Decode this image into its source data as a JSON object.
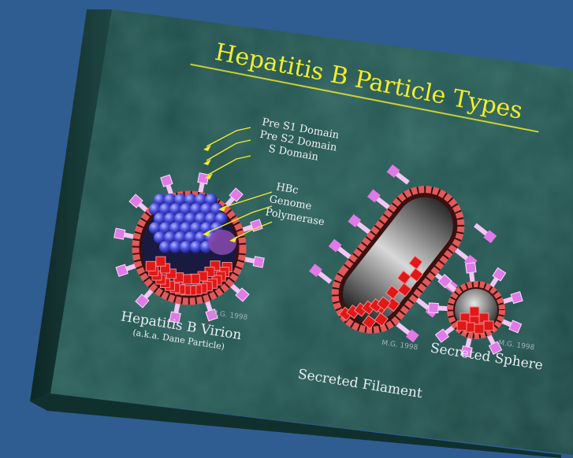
{
  "title": "Hepatitis B Particle Types",
  "labels": {
    "pre_s1": "Pre S1 Domain",
    "pre_s2": "Pre S2 Domain",
    "s_domain": "S Domain",
    "hbc": "HBc",
    "genome": "Genome",
    "polymerase": "Polymerase"
  },
  "particles": {
    "virion": {
      "name": "Hepatitis B Virion",
      "aka": "(a.k.a. Dane Particle)"
    },
    "filament": {
      "name": "Secreted Filament"
    },
    "sphere": {
      "name": "Secreted Sphere"
    }
  },
  "watermark": "M.G. 1998",
  "colors": {
    "background": "#2f5d92",
    "slide": "#1e4a47",
    "title": "#f2ee2a",
    "membrane": "#e05a5a",
    "spike": "#e07ae6",
    "capsid": "#3a40d8",
    "red_protein": "#e01818"
  }
}
